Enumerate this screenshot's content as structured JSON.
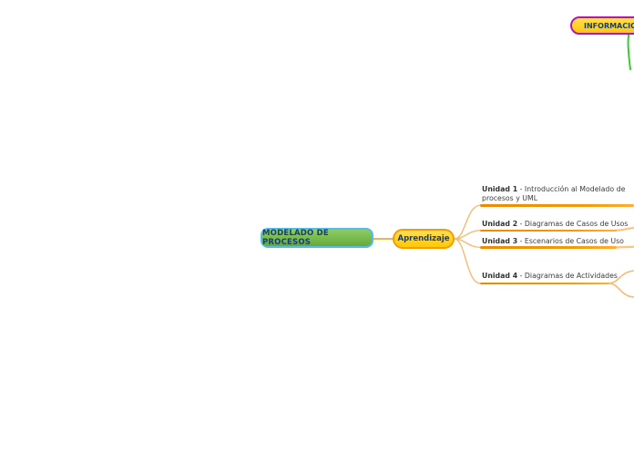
{
  "map": {
    "root": {
      "label": "MODELADO DE PROCESOS"
    },
    "branches": {
      "aprendizaje": {
        "label": "Aprendizaje"
      },
      "informacion": {
        "label": "INFORMACION."
      }
    },
    "topics": [
      {
        "bold": "Unidad 1",
        "rest": " - Introducción al Modelado de procesos y UML"
      },
      {
        "bold": "Unidad 2",
        "rest": " - Diagramas de Casos de Usos"
      },
      {
        "bold": "Unidad 3",
        "rest": " - Escenarios de Casos de Uso"
      },
      {
        "bold": "Unidad 4",
        "rest": " - Diagramas de Actividades"
      }
    ],
    "colors": {
      "root_fill": "#7abe4f",
      "root_border": "#55bce8",
      "node_text": "#16406f",
      "yellow_fill": "#ffd52e",
      "orange_border": "#f59d00",
      "magenta_border": "#b912b9",
      "line_orange": "#ed8a00",
      "curve_light_orange": "#f7ba70",
      "green_branch": "#3acb32",
      "topic_text": "#3c3c3c",
      "background": "#ffffff"
    }
  }
}
